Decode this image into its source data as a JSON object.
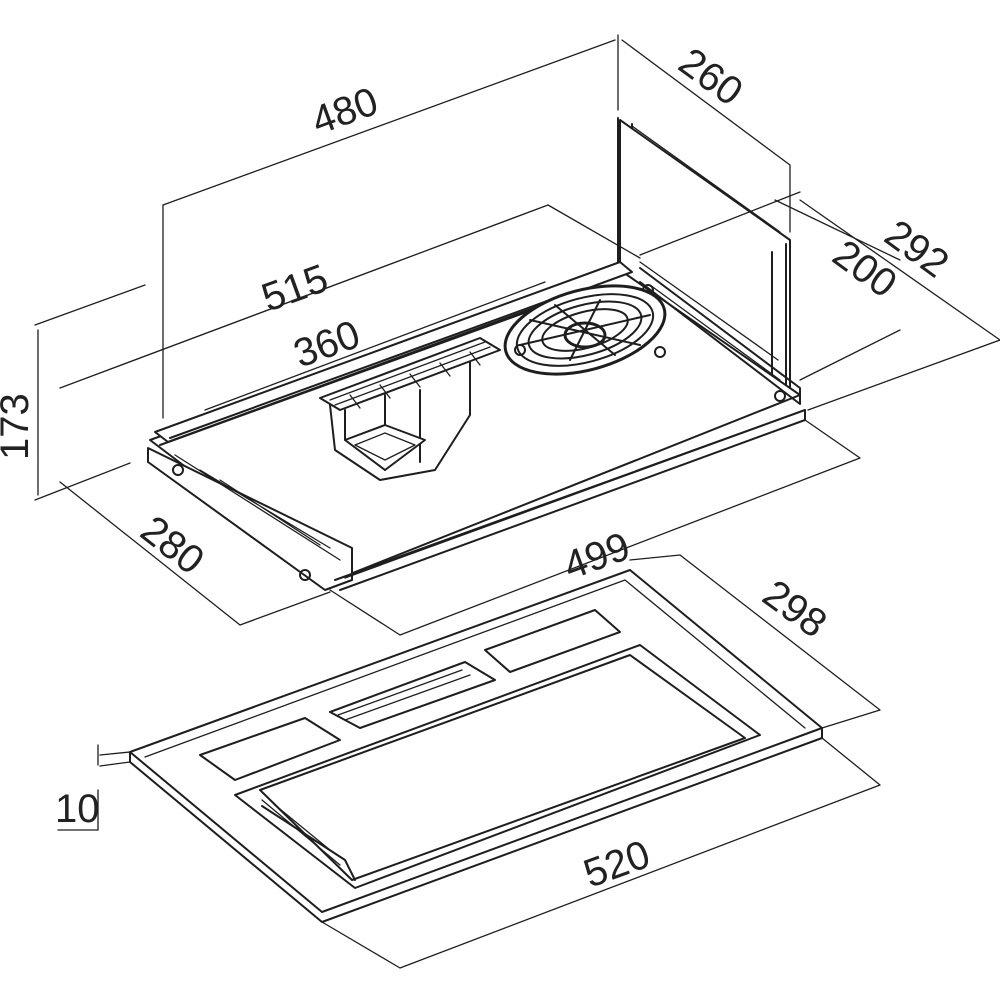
{
  "dimensions": {
    "width_top": "480",
    "depth_top": "260",
    "length_515": "515",
    "inner_360": "360",
    "depth_292": "292",
    "depth_200": "200",
    "height_173": "173",
    "depth_280": "280",
    "length_499": "499",
    "panel_depth_298": "298",
    "panel_length_520": "520",
    "panel_thickness_10": "10"
  },
  "colors": {
    "line": "#1e1e1e",
    "text": "#222222",
    "background": "#ffffff"
  }
}
